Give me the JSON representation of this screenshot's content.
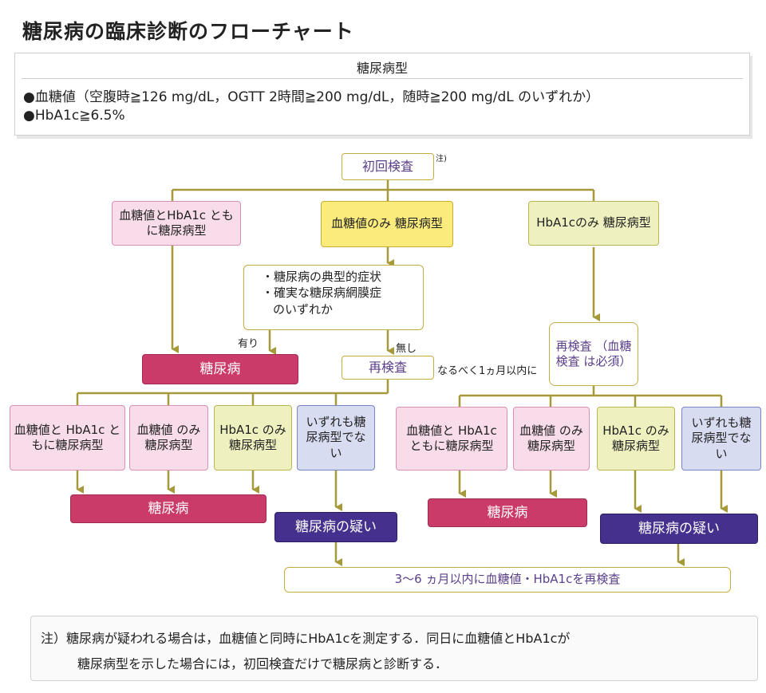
{
  "title": "糖尿病の臨床診断のフローチャート",
  "definition": {
    "heading": "糖尿病型",
    "line1": "●血糖値（空腹時≧126 mg/dL，OGTT 2時間≧200 mg/dL，随時≧200 mg/dL のいずれか）",
    "line2": "●HbA1c≧6.5%"
  },
  "flow": {
    "initial": "初回検査",
    "initial_note": "注)",
    "branch_both": "血糖値とHbA1c ともに糖尿病型",
    "branch_glucose": "血糖値のみ 糖尿病型",
    "branch_hba1c": "HbA1cのみ 糖尿病型",
    "symptoms_1": "・糖尿病の典型的症状",
    "symptoms_2": "・確実な糖尿病網膜症",
    "symptoms_3": "のいずれか",
    "yes": "有り",
    "no": "無し",
    "diabetes": "糖尿病",
    "retest": "再検査",
    "retest_within": "なるべく1ヵ月以内に",
    "retest_required": "再検査 （血糖検査 は必須）",
    "left_results": [
      "血糖値と HbA1c ともに糖尿病型",
      "血糖値 のみ 糖尿病型",
      "HbA1c のみ 糖尿病型",
      "いずれも糖 尿病型でな い"
    ],
    "right_results": [
      "血糖値と HbA1c ともに糖尿病型",
      "血糖値 のみ 糖尿病型",
      "HbA1c のみ 糖尿病型",
      "いずれも糖 尿病型でな い"
    ],
    "left_diabetes": "糖尿病",
    "left_suspect": "糖尿病の疑い",
    "right_diabetes": "糖尿病",
    "right_suspect": "糖尿病の疑い",
    "followup": "3～6 ヵ月以内に血糖値・HbA1cを再検査"
  },
  "note": {
    "line1": "注）糖尿病が疑われる場合は，血糖値と同時にHbA1cを測定する．同日に血糖値とHbA1cが",
    "line2": "糖尿病型を示した場合には，初回検査だけで糖尿病と診断する．"
  }
}
